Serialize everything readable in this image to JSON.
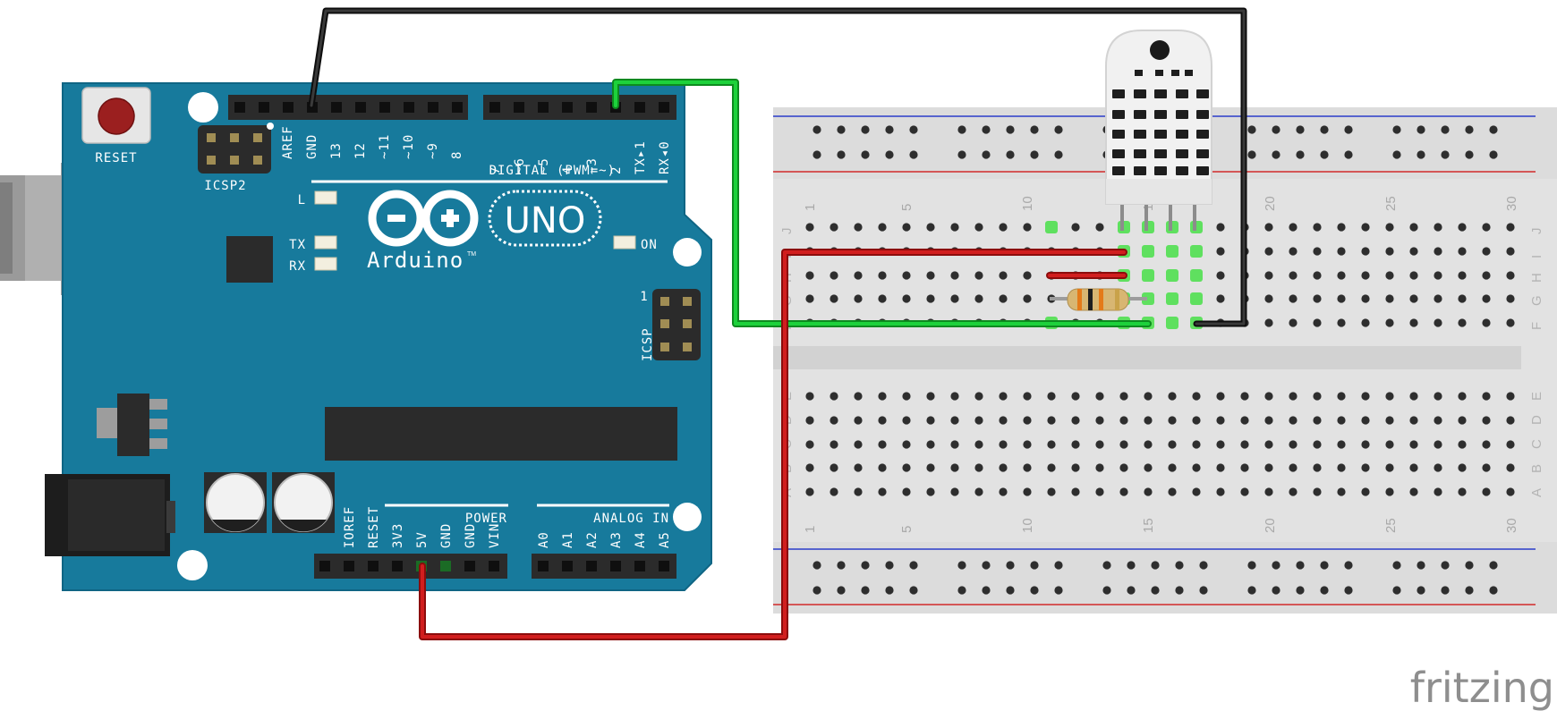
{
  "arduino": {
    "reset_label": "RESET",
    "icsp2_label": "ICSP2",
    "icsp_label": "ICSP",
    "icsp_pin1": "1",
    "l_label": "L",
    "tx_label": "TX",
    "rx_label": "RX",
    "on_label": "ON",
    "uno_label": "UNO",
    "brand": "Arduino",
    "trademark": "TM",
    "digital_label": "DIGITAL (PWM=~)",
    "power_label": "POWER",
    "analog_label": "ANALOG IN",
    "top_left_pins": [
      "AREF",
      "GND",
      "13",
      "12",
      "~11",
      "~10",
      "~9",
      "8"
    ],
    "top_right_pins": [
      "7",
      "~6",
      "~5",
      "4",
      "~3",
      "2",
      "TX▸1",
      "RX◂0"
    ],
    "power_pins": [
      "IOREF",
      "RESET",
      "3V3",
      "5V",
      "GND",
      "GND",
      "VIN"
    ],
    "analog_pins": [
      "A0",
      "A1",
      "A2",
      "A3",
      "A4",
      "A5"
    ]
  },
  "breadboard": {
    "column_numbers": [
      "1",
      "5",
      "10",
      "15",
      "20",
      "25",
      "30"
    ],
    "rows_upper": [
      "J",
      "I",
      "H",
      "G",
      "F"
    ],
    "rows_lower": [
      "E",
      "D",
      "C",
      "B",
      "A"
    ]
  },
  "watermark": "fritzing",
  "colors": {
    "board": "#177a9c",
    "header": "#2b2b2b",
    "wire_green": "#16b92f",
    "wire_red": "#c41515",
    "wire_black": "#1a1a1a",
    "breadboard": "#e2e2e2",
    "sensor": "#f1f1f1"
  }
}
